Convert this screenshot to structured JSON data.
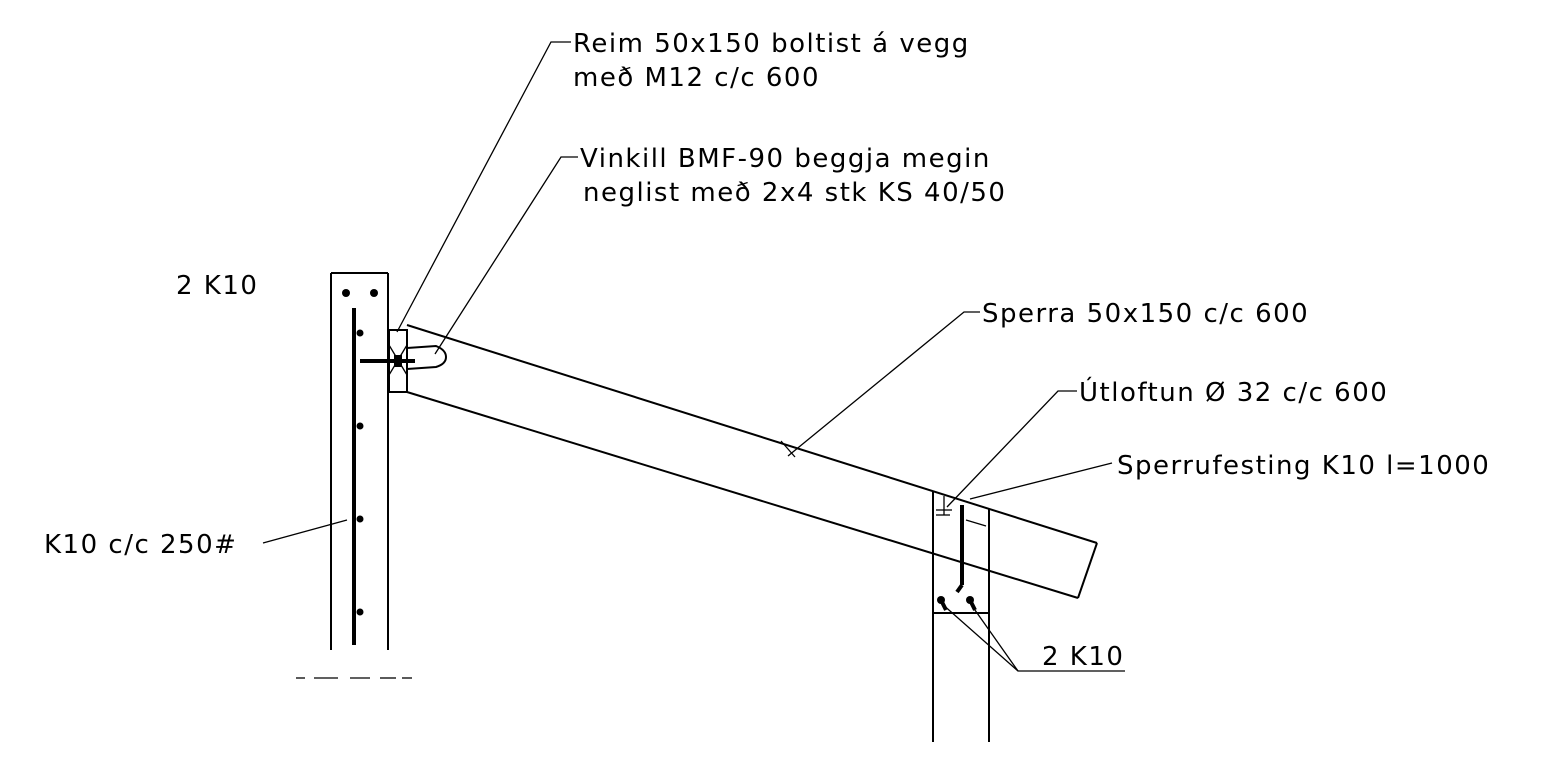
{
  "labels": {
    "reim_line1": "Reim 50x150 boltist á vegg",
    "reim_line2": "með M12 c/c 600",
    "vinkill_line1": "Vinkill BMF-90 beggja megin",
    "vinkill_line2": "neglist með 2x4 stk KS 40/50",
    "left_top_rebar": "2 K10",
    "sperra": "Sperra 50x150 c/c 600",
    "utloftun": "Útloftun Ø 32 c/c 600",
    "sperrufesting": "Sperrufesting K10 l=1000",
    "wall_rebar": "K10 c/c 250#",
    "right_bottom_rebar": "2 K10"
  },
  "colors": {
    "line": "#000000",
    "background": "#ffffff"
  }
}
